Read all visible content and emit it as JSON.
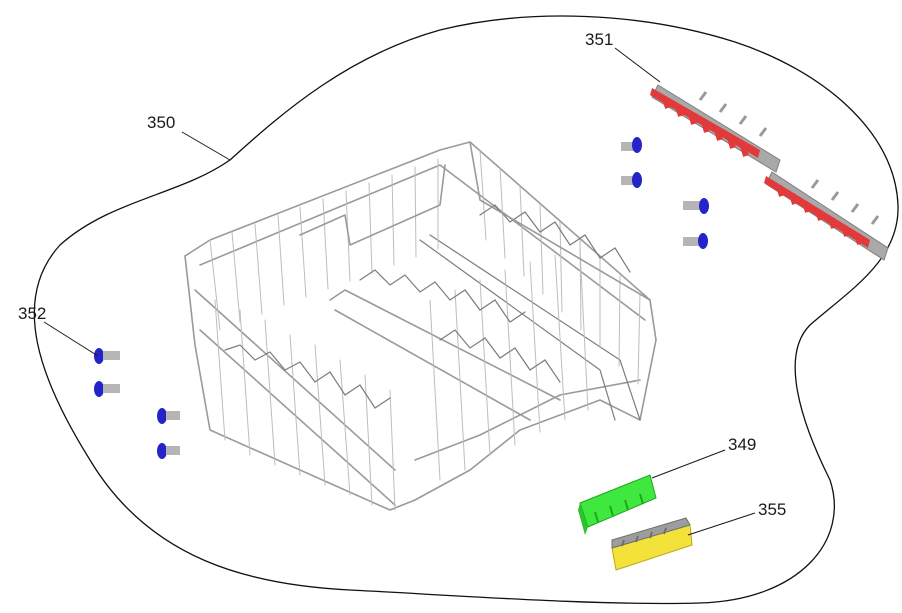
{
  "labels": {
    "basket": "350",
    "rail_red": "351",
    "wheels": "352",
    "green_clip": "349",
    "handle": "355"
  },
  "colors": {
    "rail": "#e23a3a",
    "rail_frame": "#a9a9a9",
    "wheel": "#2424c8",
    "clip": "#3ee83e",
    "handle_body": "#f2e23a",
    "handle_top": "#9d9d9d",
    "wire": "#9a9a9a"
  }
}
